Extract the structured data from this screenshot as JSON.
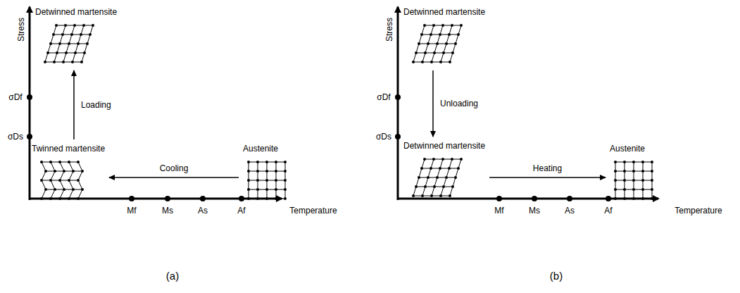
{
  "diagram": {
    "nodes": [
      {
        "text": [
          "Detwinned martensite"
        ]
      },
      {
        "text": [
          "Twinned martensite"
        ]
      },
      {
        "text": [
          "Austenite"
        ]
      },
      {
        "text": [
          "Detwinned martensite"
        ]
      },
      {
        "text": [
          "Detwinned martensite"
        ]
      },
      {
        "text": [
          "Austenite"
        ]
      }
    ],
    "edges": [
      {
        "from": 1,
        "to": 0,
        "arrow": "to",
        "label": "Loading"
      },
      {
        "from": 2,
        "to": 1,
        "arrow": "to",
        "label": "Cooling"
      },
      {
        "from": 3,
        "to": 4,
        "arrow": "to",
        "label": "Unloading"
      },
      {
        "from": 4,
        "to": 5,
        "arrow": "to",
        "label": "Heating"
      }
    ],
    "labels": [
      "Stress",
      "σDf",
      "σDs",
      "Mf",
      "Ms",
      "As",
      "Af",
      "Temperature",
      "(a)",
      "Stress",
      "σDf",
      "σDs",
      "Mf",
      "Ms",
      "As",
      "Af",
      "Temperature",
      "(b)"
    ]
  }
}
